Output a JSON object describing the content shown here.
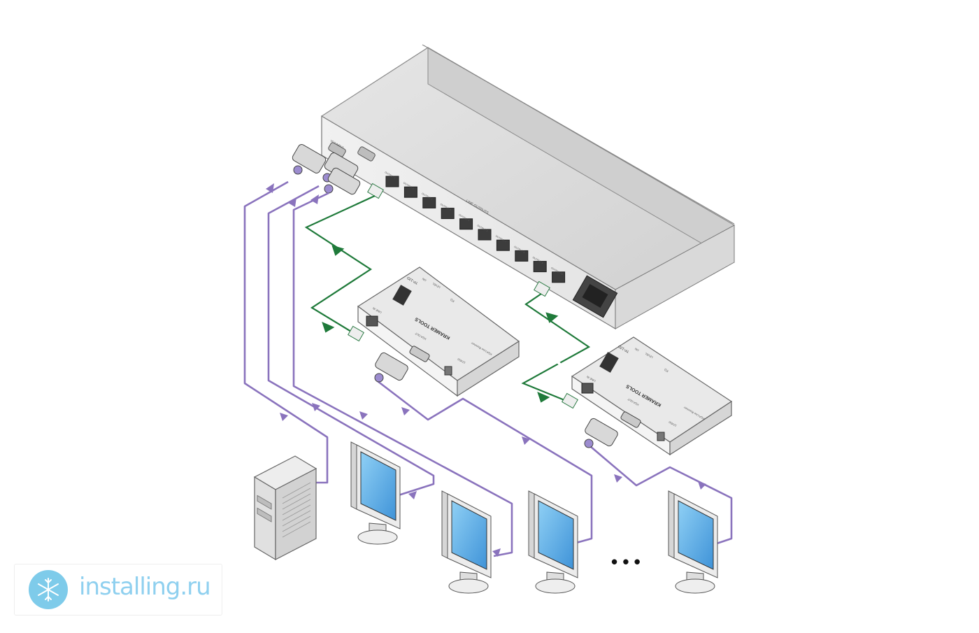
{
  "diagram": {
    "main_unit": {
      "rear_labels": {
        "vga_input": "VGA INPUT",
        "line_outputs": "LINE OUTPUTS",
        "outputs": [
          "OUTPUT 1",
          "OUTPUT 2",
          "OUTPUT 3",
          "OUTPUT 4",
          "OUTPUT 5",
          "OUTPUT 6",
          "OUTPUT 7",
          "OUTPUT 8",
          "OUTPUT 9",
          "OUTPUT 10"
        ]
      }
    },
    "receiver": {
      "brand": "KRAMER TOOLS",
      "model": "TP-12D",
      "subtitle": "XGA Line Receiver",
      "labels": {
        "eq": "EQ.",
        "level": "LEVEL",
        "on": "ON",
        "line_in": "LINE IN",
        "xga_out": "XGA OUT",
        "power": "12VDC"
      }
    },
    "ellipsis": "• • •"
  },
  "colors": {
    "vga_cable": "#8a73bd",
    "twisted_pair_cable": "#1f7a3a",
    "screen": "#5aaee6",
    "device_body": "#e9e9e9",
    "watermark_text": "#8fd0ef",
    "watermark_logo": "#7ecbea"
  },
  "watermark": {
    "text": "installing.ru",
    "icon": "snowflake-icon"
  }
}
